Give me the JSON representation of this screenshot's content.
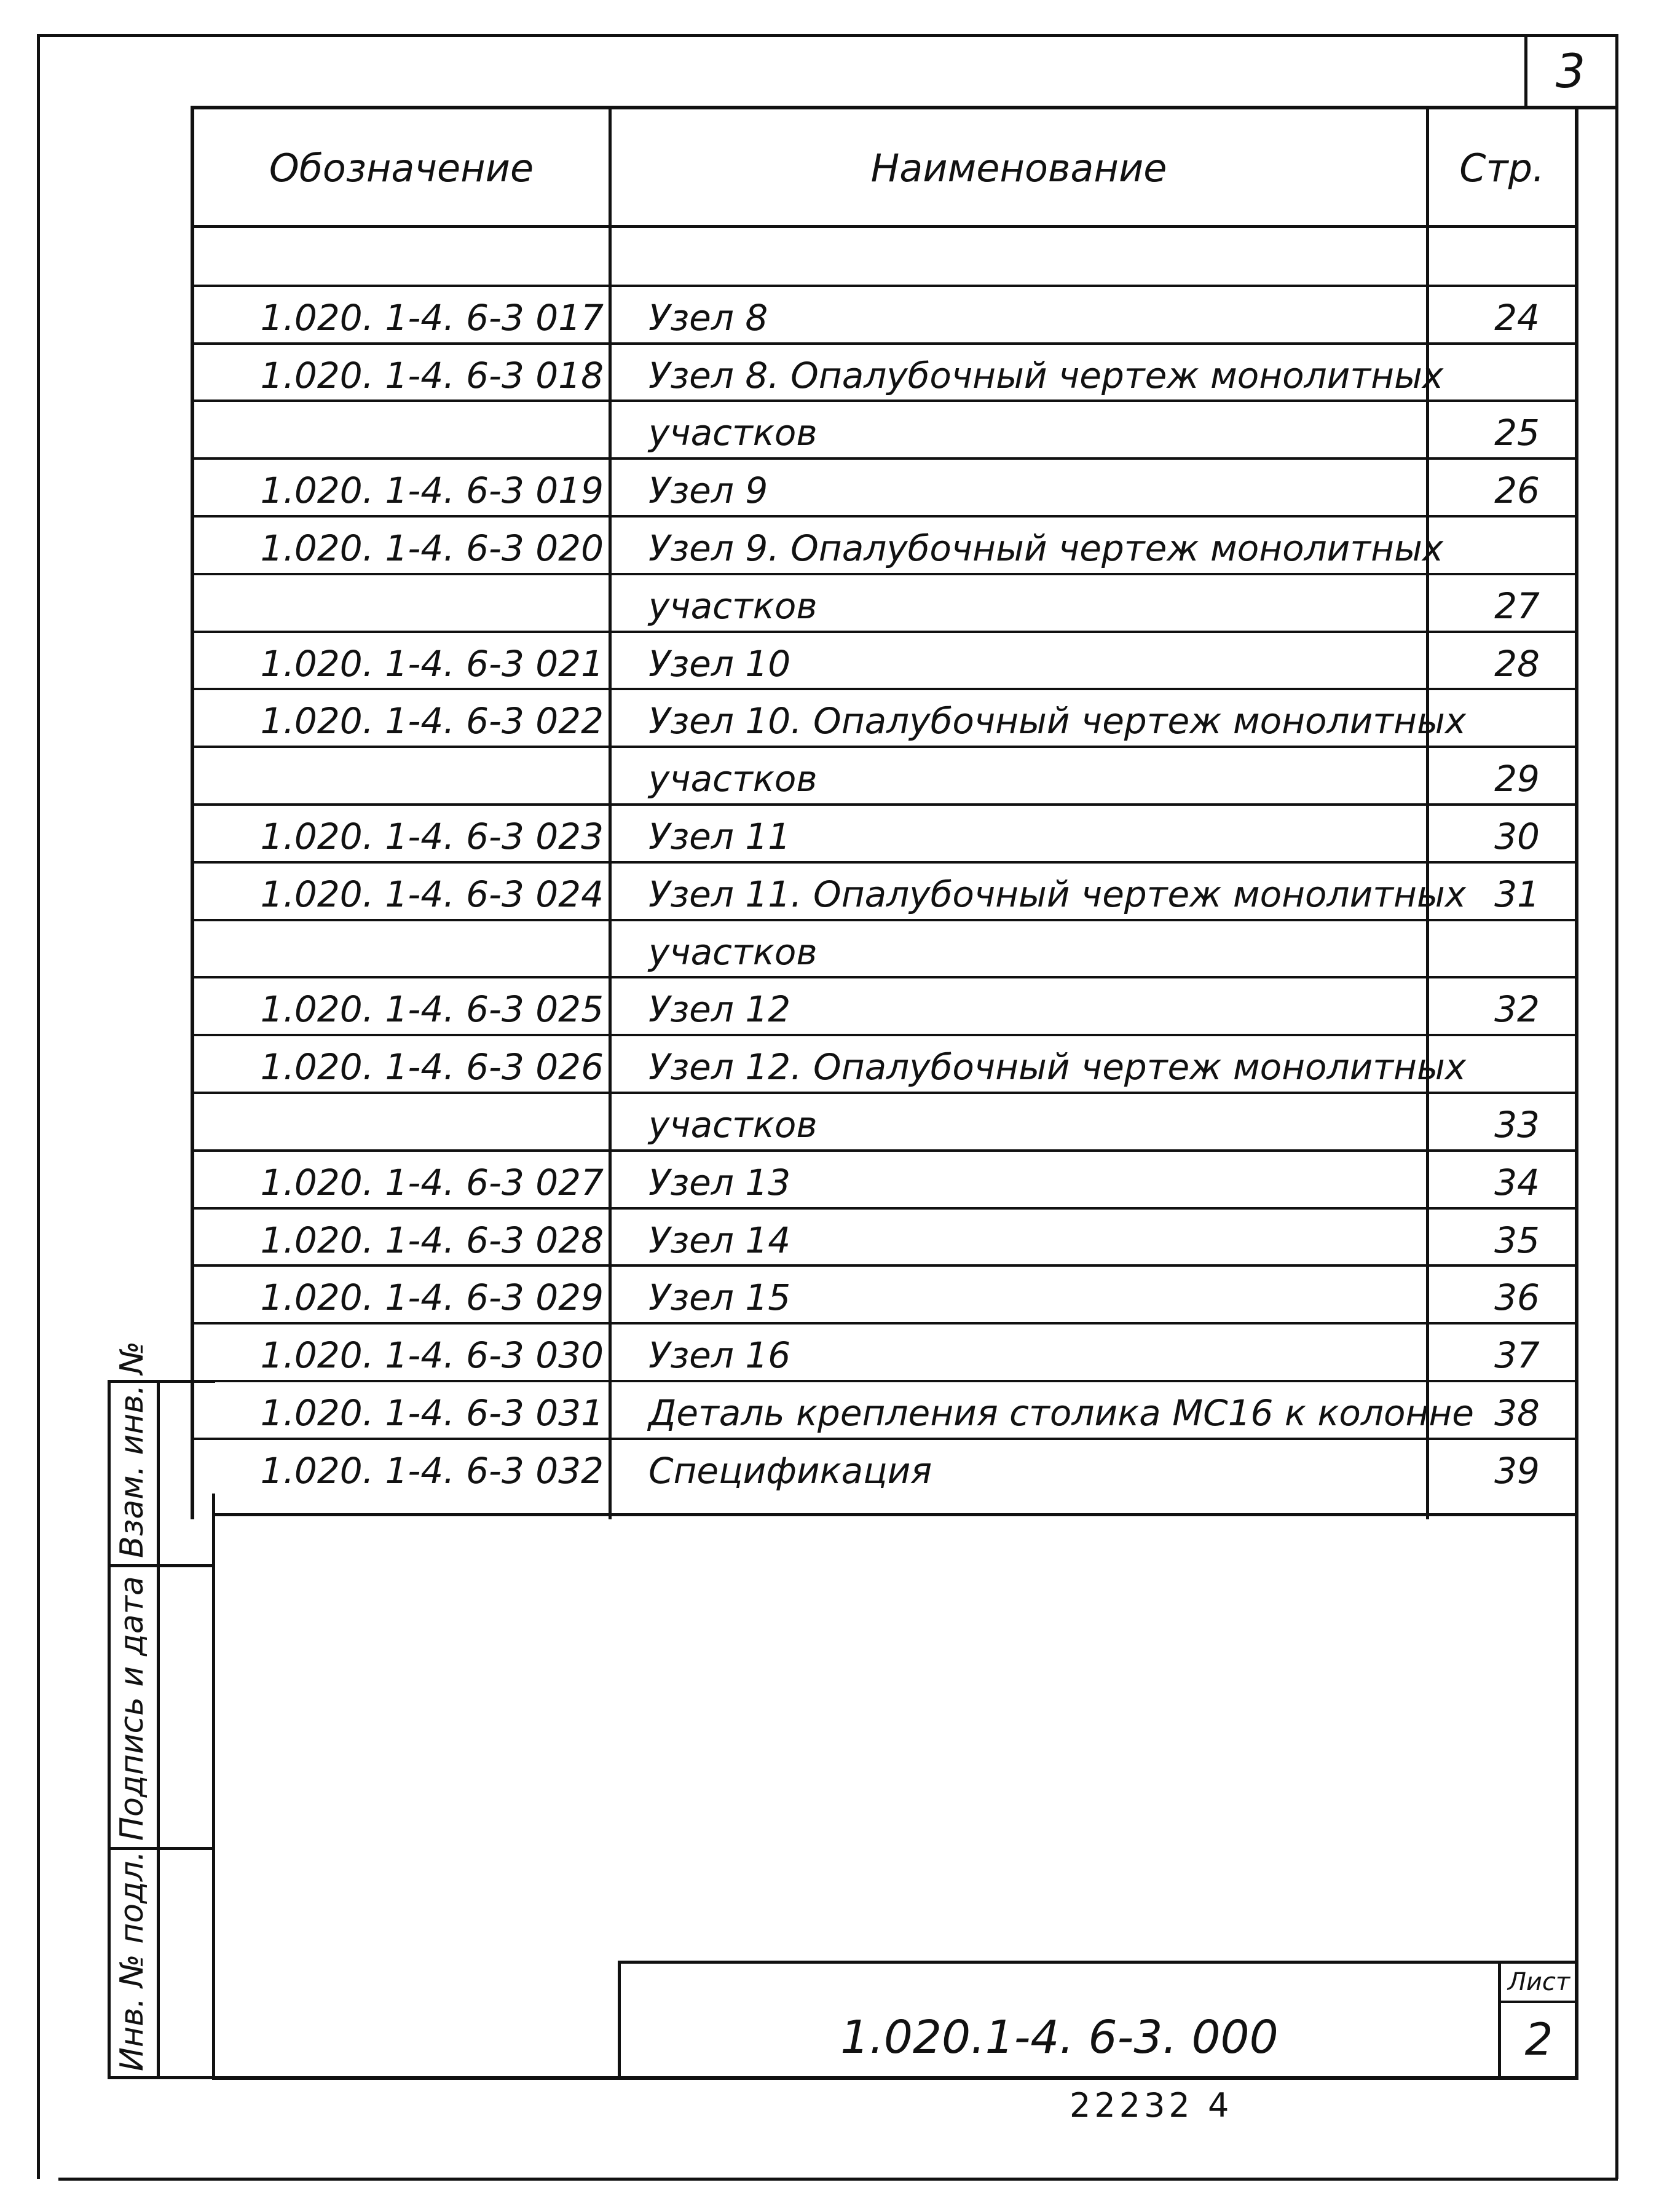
{
  "sheet_corner_number": "3",
  "table": {
    "headers": {
      "designation": "Обозначение",
      "name": "Наименование",
      "page": "Стр."
    },
    "rows": [
      {
        "code": "",
        "name": "",
        "page": ""
      },
      {
        "code": "1.020. 1-4. 6-3  017",
        "name": "Узел 8",
        "page": "24"
      },
      {
        "code": "1.020. 1-4. 6-3  018",
        "name": "Узел 8. Опалубочный чертеж монолитных",
        "page": ""
      },
      {
        "code": "",
        "name": "участков",
        "page": "25"
      },
      {
        "code": "1.020. 1-4. 6-3  019",
        "name": "Узел 9",
        "page": "26"
      },
      {
        "code": "1.020. 1-4. 6-3  020",
        "name": "Узел 9. Опалубочный чертеж монолитных",
        "page": ""
      },
      {
        "code": "",
        "name": "участков",
        "page": "27"
      },
      {
        "code": "1.020. 1-4. 6-3  021",
        "name": "Узел 10",
        "page": "28"
      },
      {
        "code": "1.020. 1-4. 6-3  022",
        "name": "Узел 10. Опалубочный чертеж монолитных",
        "page": ""
      },
      {
        "code": "",
        "name": "участков",
        "page": "29"
      },
      {
        "code": "1.020. 1-4. 6-3  023",
        "name": "Узел 11",
        "page": "30"
      },
      {
        "code": "1.020. 1-4. 6-3  024",
        "name": "Узел 11. Опалубочный чертеж монолитных",
        "page": "31"
      },
      {
        "code": "",
        "name": "участков",
        "page": ""
      },
      {
        "code": "1.020. 1-4. 6-3  025",
        "name": "Узел 12",
        "page": "32"
      },
      {
        "code": "1.020. 1-4. 6-3  026",
        "name": "Узел 12. Опалубочный чертеж монолитных",
        "page": ""
      },
      {
        "code": "",
        "name": "участков",
        "page": "33"
      },
      {
        "code": "1.020. 1-4. 6-3  027",
        "name": "Узел 13",
        "page": "34"
      },
      {
        "code": "1.020. 1-4. 6-3  028",
        "name": "Узел 14",
        "page": "35"
      },
      {
        "code": "1.020. 1-4. 6-3  029",
        "name": "Узел 15",
        "page": "36"
      },
      {
        "code": "1.020. 1-4. 6-3  030",
        "name": "Узел 16",
        "page": "37"
      },
      {
        "code": "1.020. 1-4. 6-3  031",
        "name": "Деталь крепления столика МС16 к колонне",
        "page": "38"
      },
      {
        "code": "1.020. 1-4. 6-3  032",
        "name": "Спецификация",
        "page": "39"
      }
    ]
  },
  "side_stamp": {
    "inv_no_orig": "Инв. № подл.",
    "signature_date": "Подпись и дата",
    "replaces_inv_no": "Взам. инв. №"
  },
  "title_block": {
    "document_code": "1.020.1-4. 6-3. 000",
    "sheet_label": "Лист",
    "sheet_number": "2"
  },
  "footer_number": "22232 4"
}
